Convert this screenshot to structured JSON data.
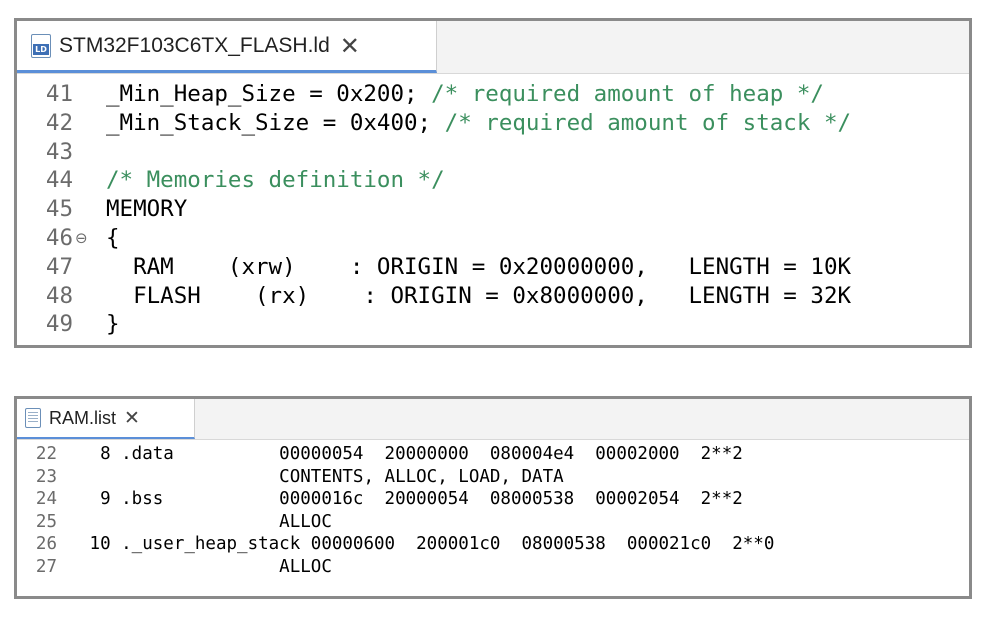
{
  "ld_editor": {
    "tab_title": "STM32F103C6TX_FLASH.ld",
    "icon_badge": "LD",
    "close_glyph": "✕",
    "fold_glyph": "⊖",
    "lines": [
      {
        "num": "41",
        "code": "_Min_Heap_Size = 0x200; ",
        "comment": "/* required amount of heap */"
      },
      {
        "num": "42",
        "code": "_Min_Stack_Size = 0x400; ",
        "comment": "/* required amount of stack */"
      },
      {
        "num": "43",
        "code": "",
        "comment": ""
      },
      {
        "num": "44",
        "code": "",
        "comment": "/* Memories definition */"
      },
      {
        "num": "45",
        "code": "MEMORY",
        "comment": ""
      },
      {
        "num": "46",
        "code": "{",
        "comment": ""
      },
      {
        "num": "47",
        "code": "  RAM    (xrw)    : ORIGIN = 0x20000000,   LENGTH = 10K",
        "comment": ""
      },
      {
        "num": "48",
        "code": "  FLASH    (rx)    : ORIGIN = 0x8000000,   LENGTH = 32K",
        "comment": ""
      },
      {
        "num": "49",
        "code": "}",
        "comment": ""
      }
    ]
  },
  "list_editor": {
    "tab_title": "RAM.list",
    "close_glyph": "✕",
    "lines": [
      {
        "num": "22",
        "code": "  8 .data          00000054  20000000  080004e4  00002000  2**2"
      },
      {
        "num": "23",
        "code": "                   CONTENTS, ALLOC, LOAD, DATA"
      },
      {
        "num": "24",
        "code": "  9 .bss           0000016c  20000054  08000538  00002054  2**2"
      },
      {
        "num": "25",
        "code": "                   ALLOC"
      },
      {
        "num": "26",
        "code": " 10 ._user_heap_stack 00000600  200001c0  08000538  000021c0  2**0"
      },
      {
        "num": "27",
        "code": "                   ALLOC"
      }
    ]
  },
  "colors": {
    "comment": "#3b8f5e",
    "line_number": "#6b6b6b",
    "tab_accent": "#5b8fd8",
    "panel_border": "#8a8a8a"
  }
}
